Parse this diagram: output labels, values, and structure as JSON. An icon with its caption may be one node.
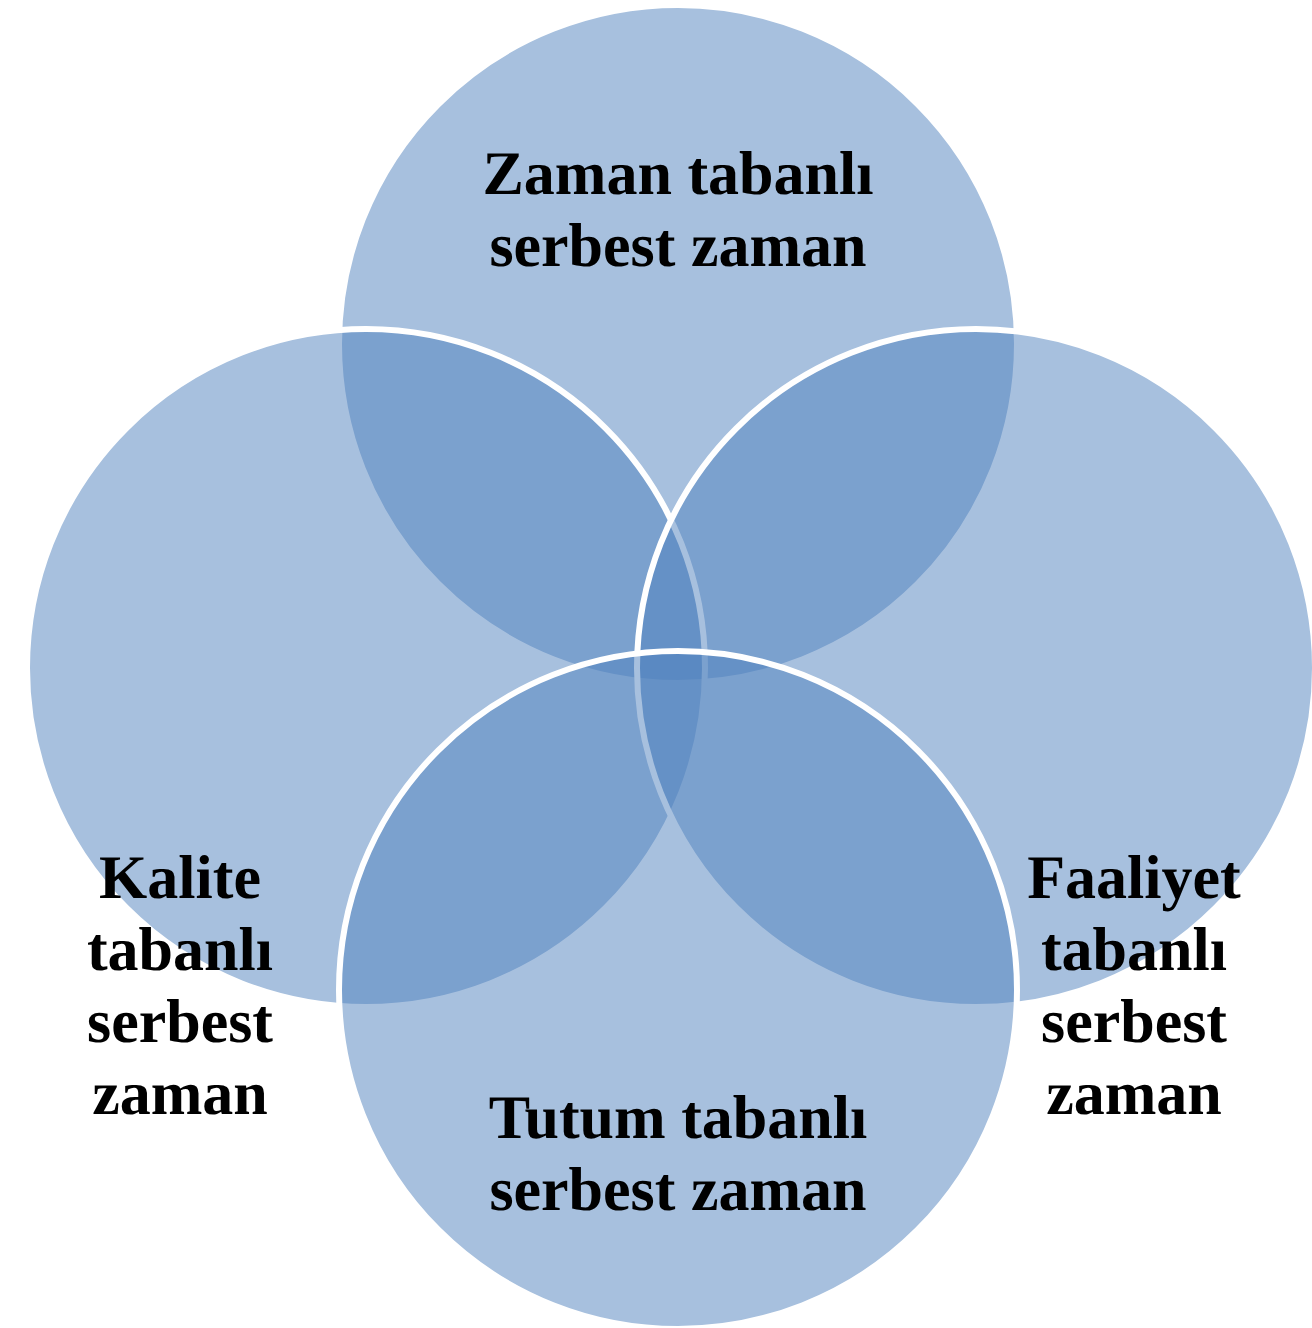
{
  "diagram": {
    "nodes": [
      {
        "text": [
          "Zaman tabanlı serbest zaman"
        ]
      },
      {
        "text": [
          "Kalite tabanlı serbest zaman"
        ]
      },
      {
        "text": [
          "Faaliyet tabanlı serbest zaman"
        ]
      },
      {
        "text": [
          "Tutum tabanlı serbest zaman"
        ]
      }
    ]
  }
}
